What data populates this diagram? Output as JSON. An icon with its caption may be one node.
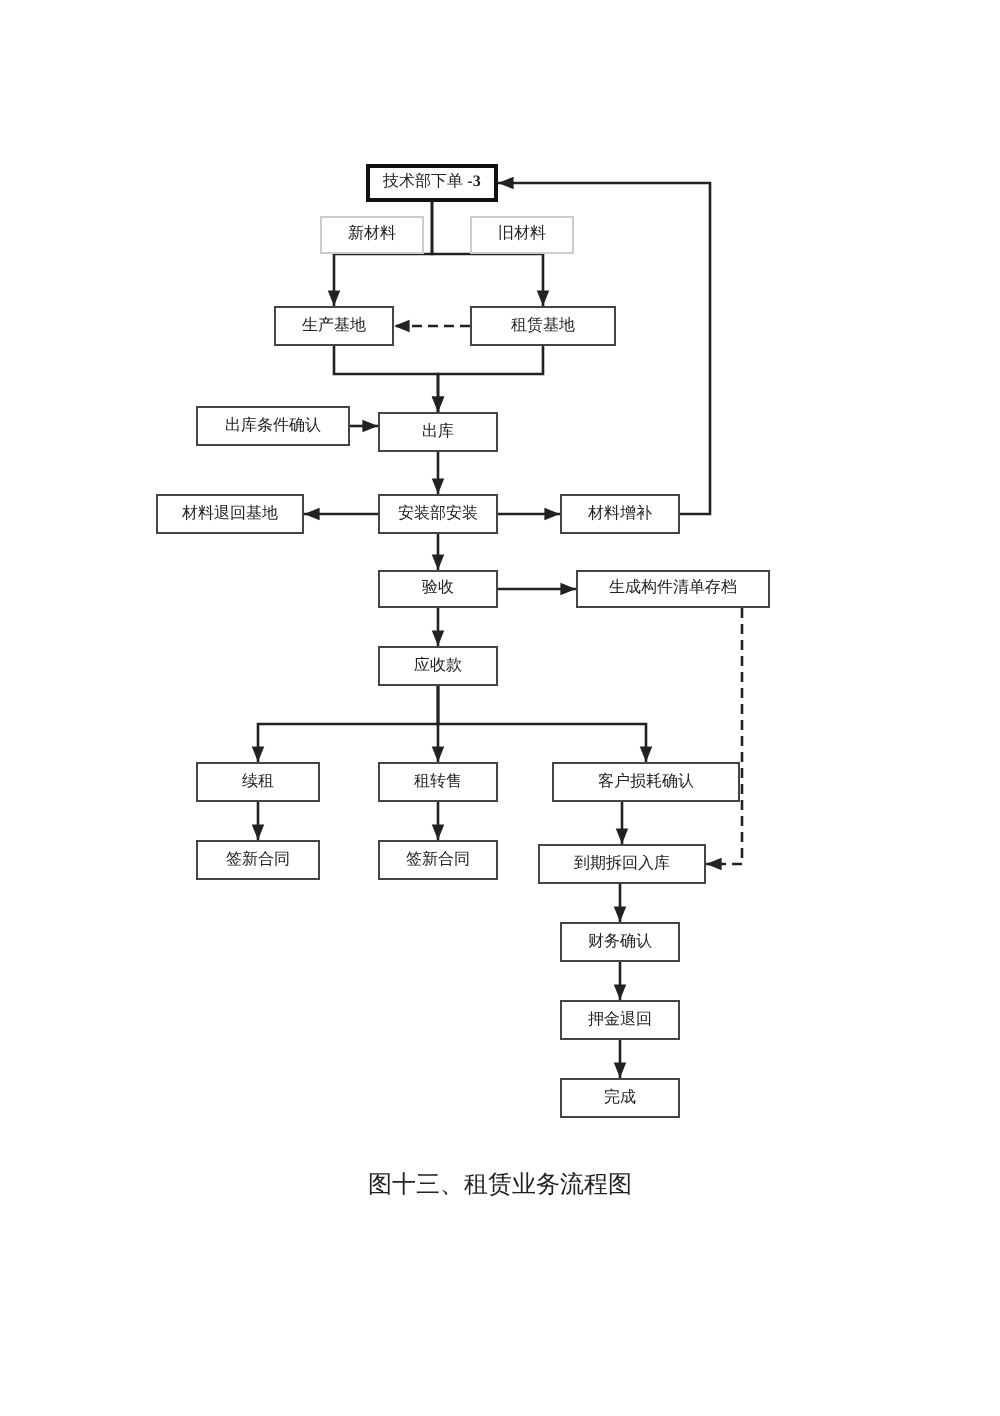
{
  "diagram": {
    "caption": "图十三、租赁业务流程图",
    "nodes": [
      {
        "text": [
          "技术部下单 **-3**"
        ]
      },
      {
        "text": [
          "新材料"
        ]
      },
      {
        "text": [
          "旧材料"
        ]
      },
      {
        "text": [
          "生产基地"
        ]
      },
      {
        "text": [
          "租赁基地"
        ]
      },
      {
        "text": [
          "出库条件确认"
        ]
      },
      {
        "text": [
          "出库"
        ]
      },
      {
        "text": [
          "材料退回基地"
        ]
      },
      {
        "text": [
          "安装部安装"
        ]
      },
      {
        "text": [
          "材料增补"
        ]
      },
      {
        "text": [
          "验收"
        ]
      },
      {
        "text": [
          "生成构件清单存档"
        ]
      },
      {
        "text": [
          "应收款"
        ]
      },
      {
        "text": [
          "续租"
        ]
      },
      {
        "text": [
          "租转售"
        ]
      },
      {
        "text": [
          "客户损耗确认"
        ]
      },
      {
        "text": [
          "签新合同"
        ]
      },
      {
        "text": [
          "签新合同"
        ]
      },
      {
        "text": [
          "到期拆回入库"
        ]
      },
      {
        "text": [
          "财务确认"
        ]
      },
      {
        "text": [
          "押金退回"
        ]
      },
      {
        "text": [
          "完成"
        ]
      }
    ],
    "edges": [
      {
        "from": 0,
        "to": 3,
        "arrow": "to"
      },
      {
        "from": 0,
        "to": 4,
        "arrow": "to"
      },
      {
        "from": 4,
        "to": 3,
        "arrow": "to",
        "style": "dashed"
      },
      {
        "from": 3,
        "to": 6,
        "arrow": "to"
      },
      {
        "from": 4,
        "to": 6,
        "arrow": "to"
      },
      {
        "from": 5,
        "to": 6,
        "arrow": "to"
      },
      {
        "from": 6,
        "to": 8,
        "arrow": "to"
      },
      {
        "from": 8,
        "to": 7,
        "arrow": "to"
      },
      {
        "from": 8,
        "to": 9,
        "arrow": "to"
      },
      {
        "from": 9,
        "to": 0,
        "arrow": "to"
      },
      {
        "from": 8,
        "to": 10,
        "arrow": "to"
      },
      {
        "from": 10,
        "to": 11,
        "arrow": "to"
      },
      {
        "from": 10,
        "to": 12,
        "arrow": "to"
      },
      {
        "from": 12,
        "to": 13,
        "arrow": "to"
      },
      {
        "from": 12,
        "to": 14,
        "arrow": "to"
      },
      {
        "from": 12,
        "to": 15,
        "arrow": "to"
      },
      {
        "from": 13,
        "to": 16,
        "arrow": "to"
      },
      {
        "from": 14,
        "to": 17,
        "arrow": "to"
      },
      {
        "from": 15,
        "to": 18,
        "arrow": "to"
      },
      {
        "from": 11,
        "to": 18,
        "arrow": "to",
        "style": "dashed"
      },
      {
        "from": 18,
        "to": 19,
        "arrow": "to"
      },
      {
        "from": 19,
        "to": 20,
        "arrow": "to"
      },
      {
        "from": 20,
        "to": 21,
        "arrow": "to"
      }
    ]
  }
}
